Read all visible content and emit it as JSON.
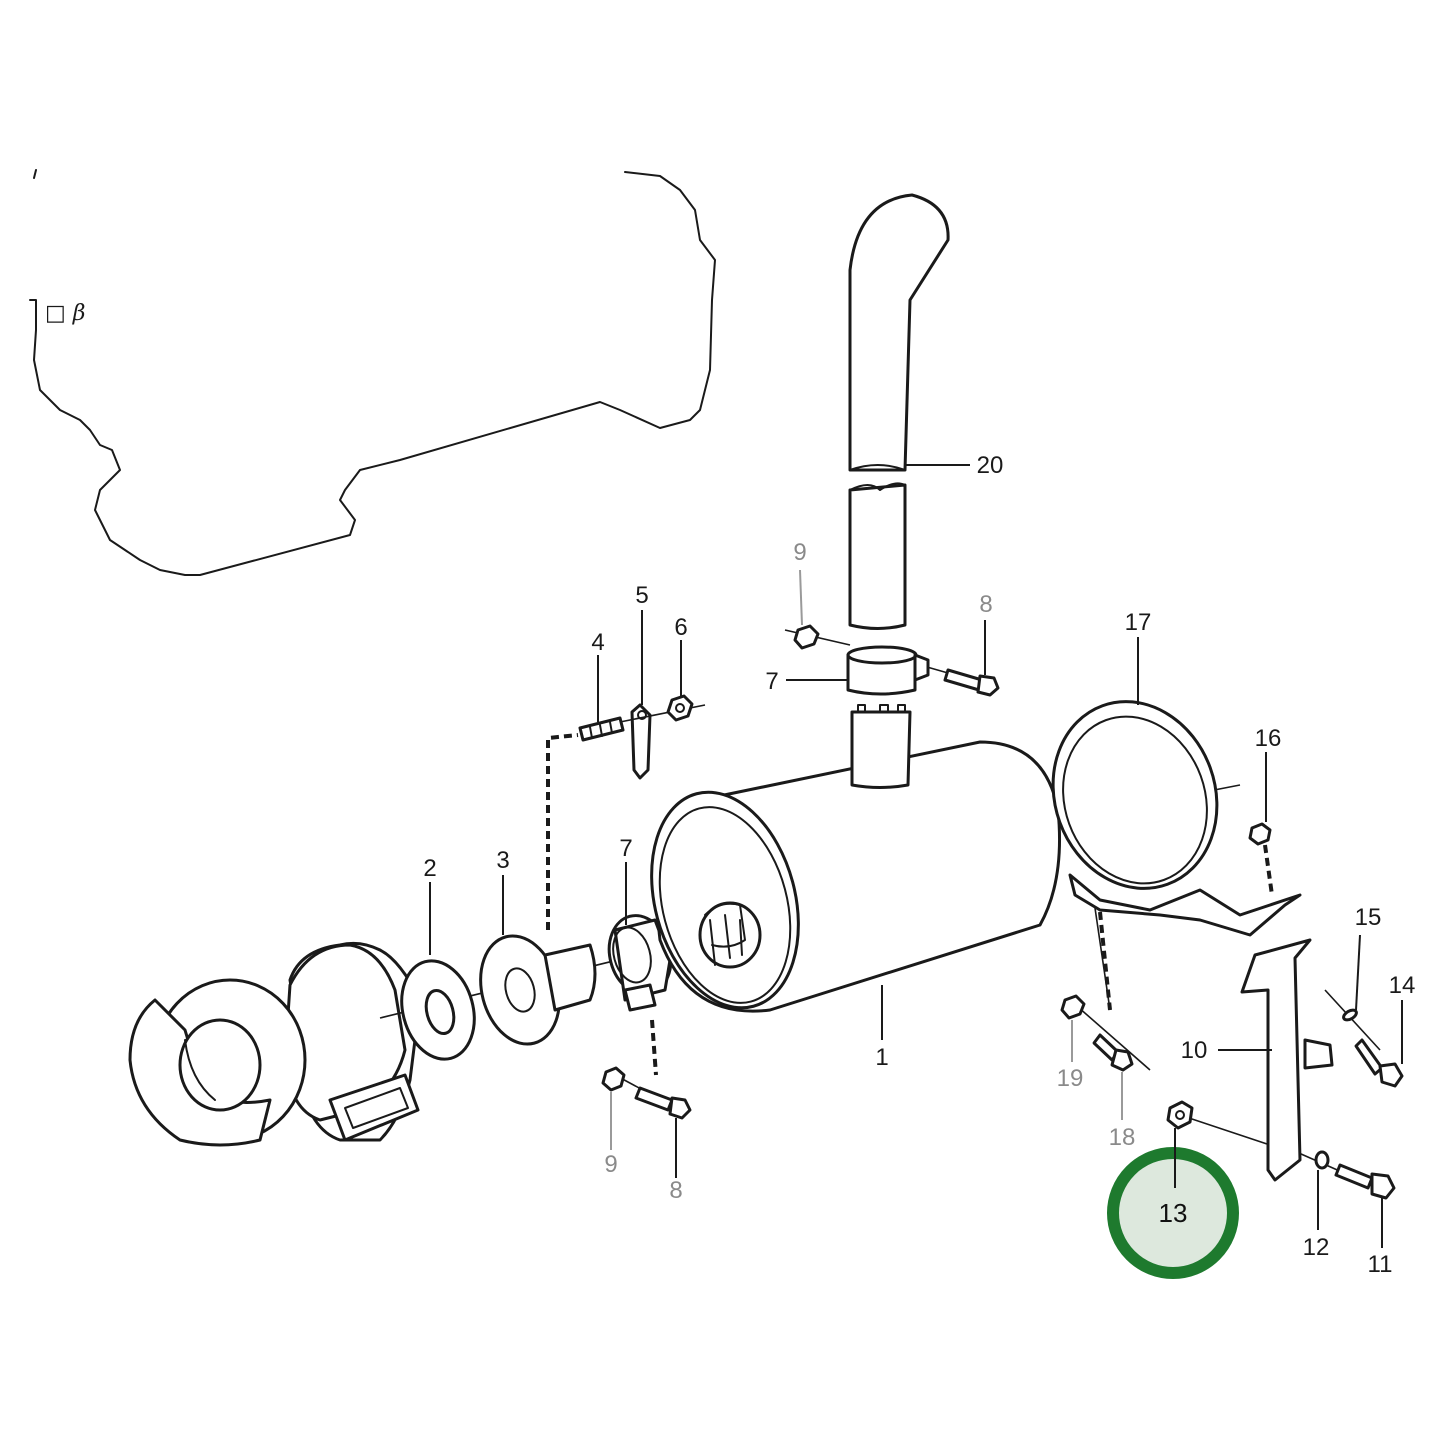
{
  "diagram": {
    "sketch_label": "□ β",
    "highlight": {
      "part": "13",
      "ring_color": "#1e7a2e",
      "fill_color": "#dde8dd"
    },
    "callouts": {
      "c1": "1",
      "c2": "2",
      "c3": "3",
      "c4": "4",
      "c5": "5",
      "c6": "6",
      "c7_top": "7",
      "c7_mid": "7",
      "c8_top": "8",
      "c8_bottom": "8",
      "c9_top": "9",
      "c9_bottom": "9",
      "c10": "10",
      "c11": "11",
      "c12": "12",
      "c13": "13",
      "c14": "14",
      "c15": "15",
      "c16": "16",
      "c17": "17",
      "c18": "18",
      "c19": "19",
      "c20": "20"
    }
  }
}
